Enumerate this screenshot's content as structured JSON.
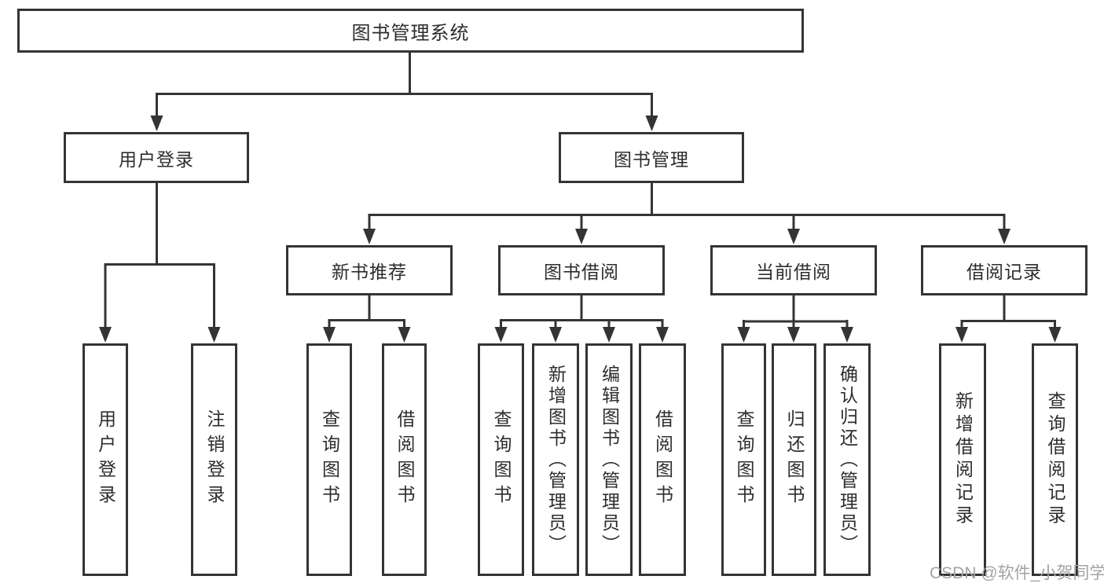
{
  "diagram": {
    "nodes": {
      "root": "图书管理系统",
      "user_login": "用户登录",
      "book_mgmt": "图书管理",
      "new_books": "新书推荐",
      "book_borrow": "图书借阅",
      "current_borrow": "当前借阅",
      "borrow_records": "借阅记录"
    },
    "leaves": {
      "user_login": [
        "用户登录",
        "注销登录"
      ],
      "new_books": [
        "查询图书",
        "借阅图书"
      ],
      "book_borrow": [
        "查询图书",
        "新增图书（管理员）",
        "编辑图书（管理员）",
        "借阅图书"
      ],
      "current_borrow": [
        "查询图书",
        "归还图书",
        "确认归还（管理员）"
      ],
      "borrow_records": [
        "新增借阅记录",
        "查询借阅记录"
      ]
    },
    "watermark": "CSDN @软件_小贺同学",
    "colors": {
      "line": "#343434",
      "text": "#2d2d2d",
      "watermark": "#a3a3a3",
      "background": "#ffffff"
    }
  }
}
